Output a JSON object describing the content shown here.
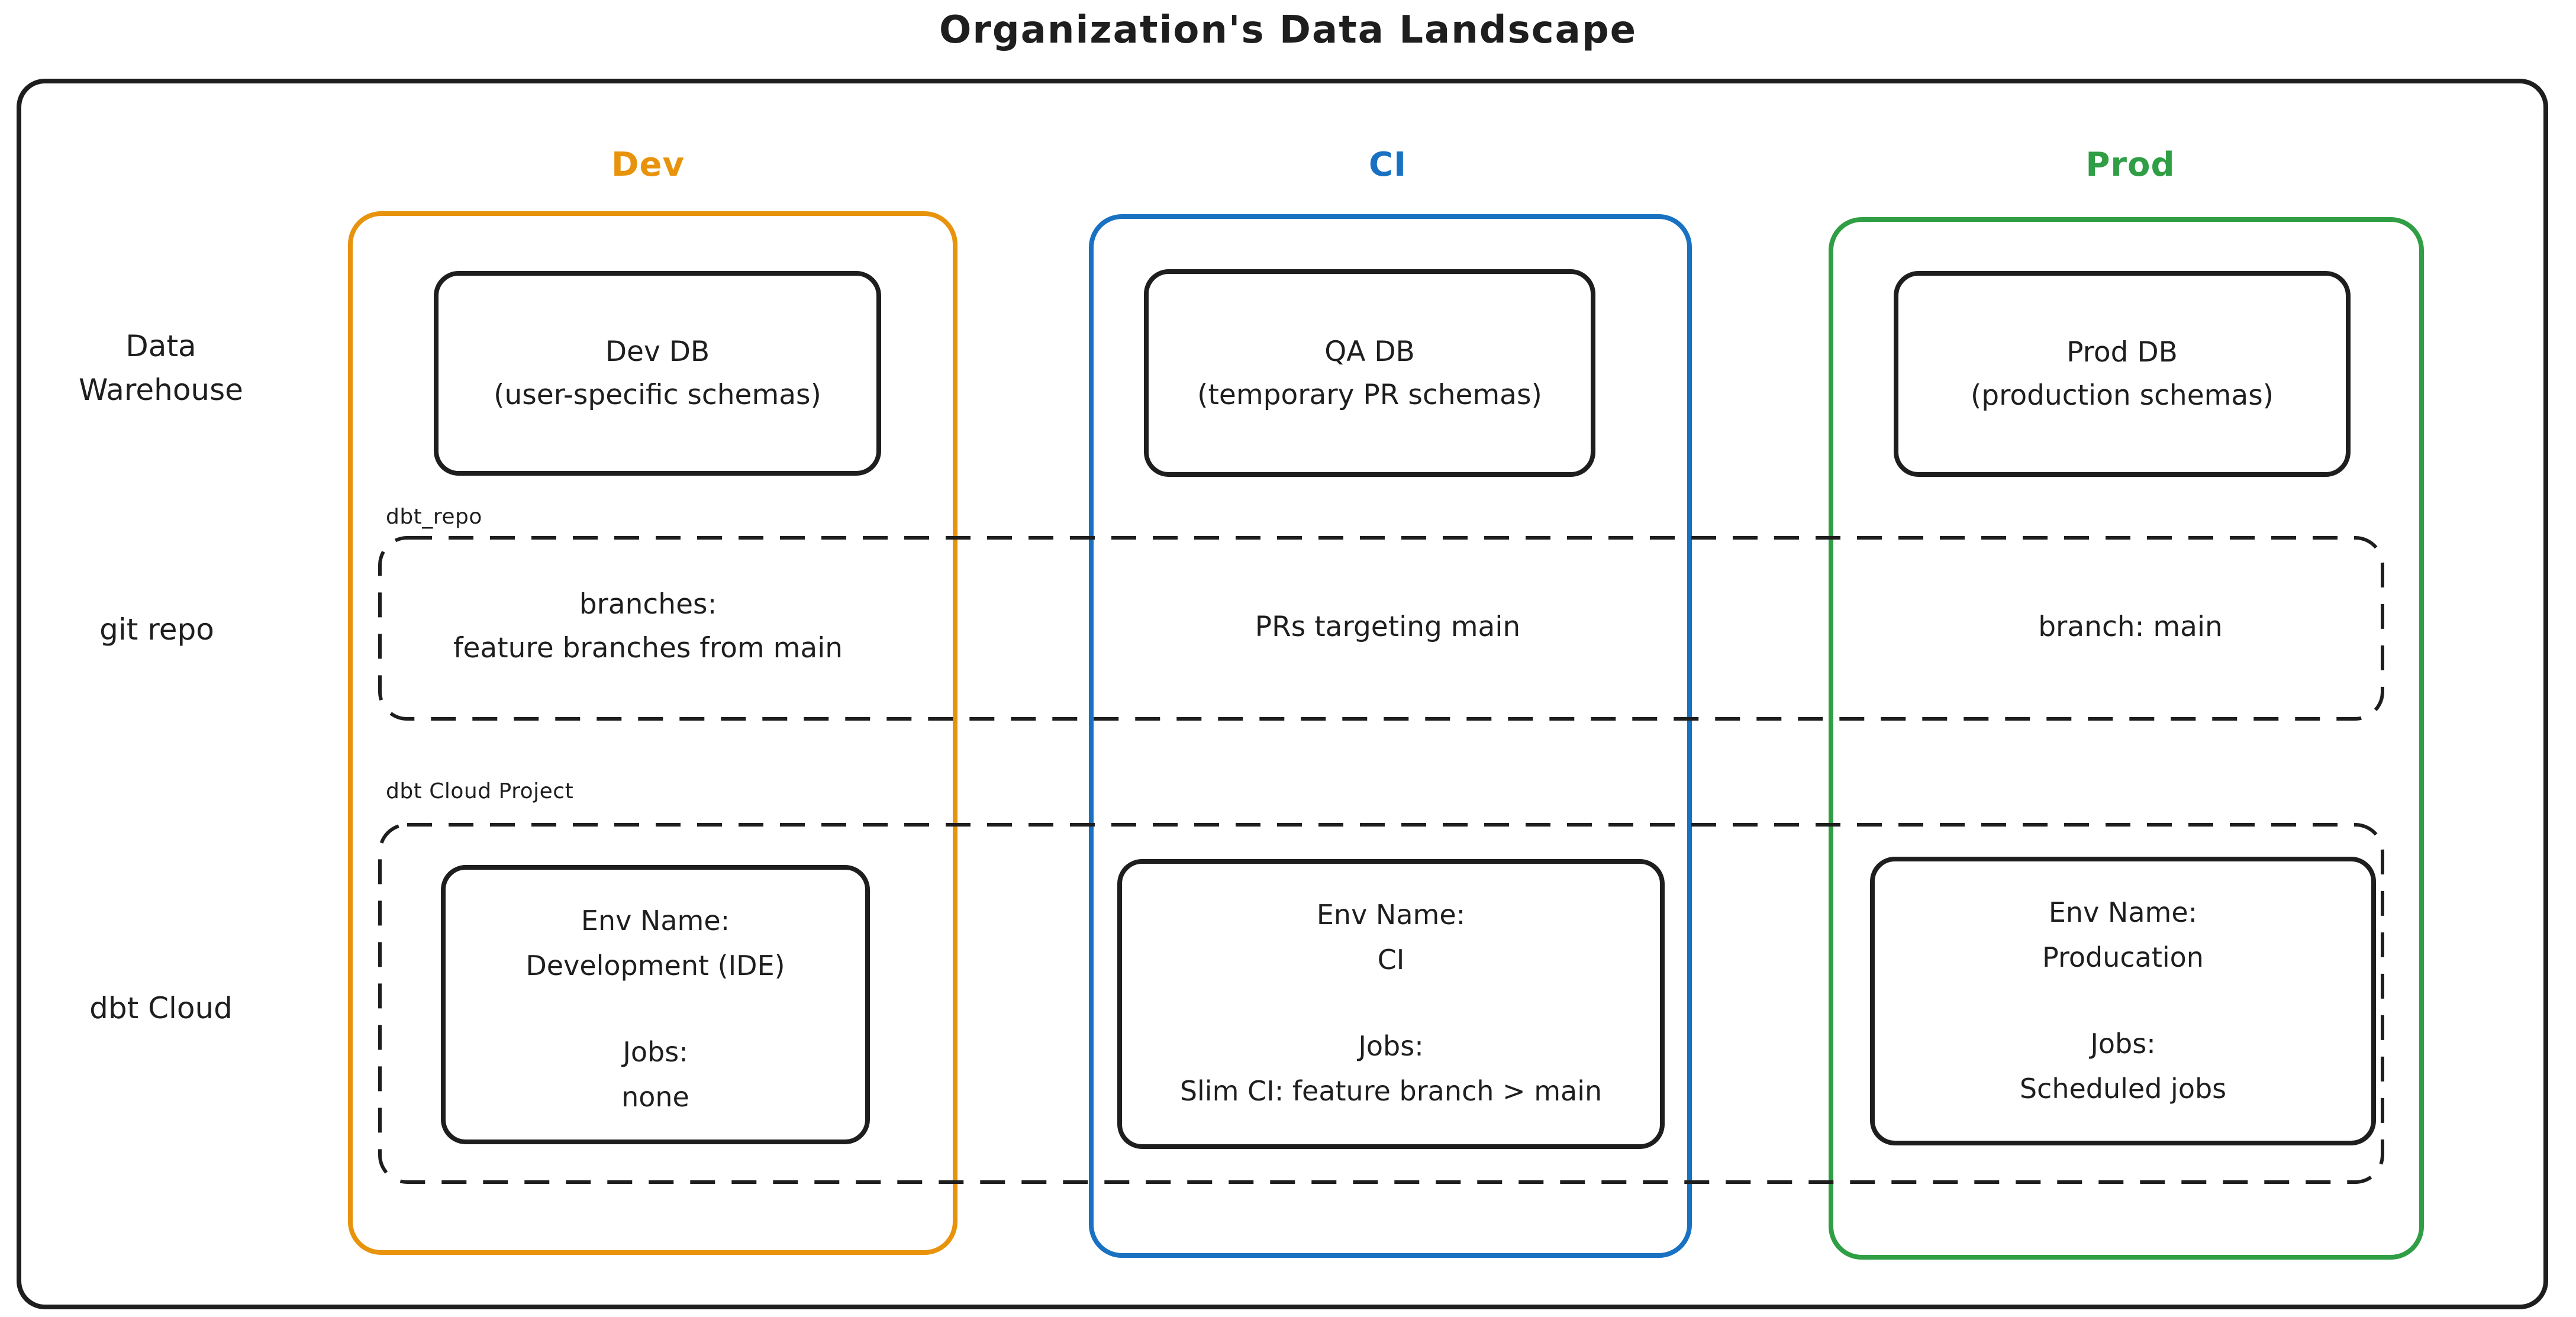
{
  "title": "Organization's Data Landscape",
  "colors": {
    "ink": "#1e1e1e",
    "dev": "#e8930c",
    "ci": "#1971c2",
    "prod": "#2f9e44"
  },
  "rows": {
    "warehouse": {
      "line1": "Data",
      "line2": "Warehouse"
    },
    "git": {
      "label": "git repo"
    },
    "cloud": {
      "label": "dbt Cloud"
    }
  },
  "annotations": {
    "repo": "dbt_repo",
    "project": "dbt Cloud Project"
  },
  "columns": {
    "dev": {
      "header": "Dev",
      "db": {
        "line1": "Dev DB",
        "line2": "(user-specific schemas)"
      },
      "git": {
        "line1": "branches:",
        "line2": "feature branches from main"
      },
      "cloud": {
        "env_label": "Env Name:",
        "env_name": "Development (IDE)",
        "jobs_label": "Jobs:",
        "jobs_value": "none"
      }
    },
    "ci": {
      "header": "CI",
      "db": {
        "line1": "QA DB",
        "line2": "(temporary PR schemas)"
      },
      "git": {
        "line1": "PRs targeting main"
      },
      "cloud": {
        "env_label": "Env Name:",
        "env_name": "CI",
        "jobs_label": "Jobs:",
        "jobs_value": "Slim CI: feature branch > main"
      }
    },
    "prod": {
      "header": "Prod",
      "db": {
        "line1": "Prod DB",
        "line2": "(production schemas)"
      },
      "git": {
        "line1": "branch: main"
      },
      "cloud": {
        "env_label": "Env Name:",
        "env_name": "Producation",
        "jobs_label": "Jobs:",
        "jobs_value": "Scheduled jobs"
      }
    }
  }
}
